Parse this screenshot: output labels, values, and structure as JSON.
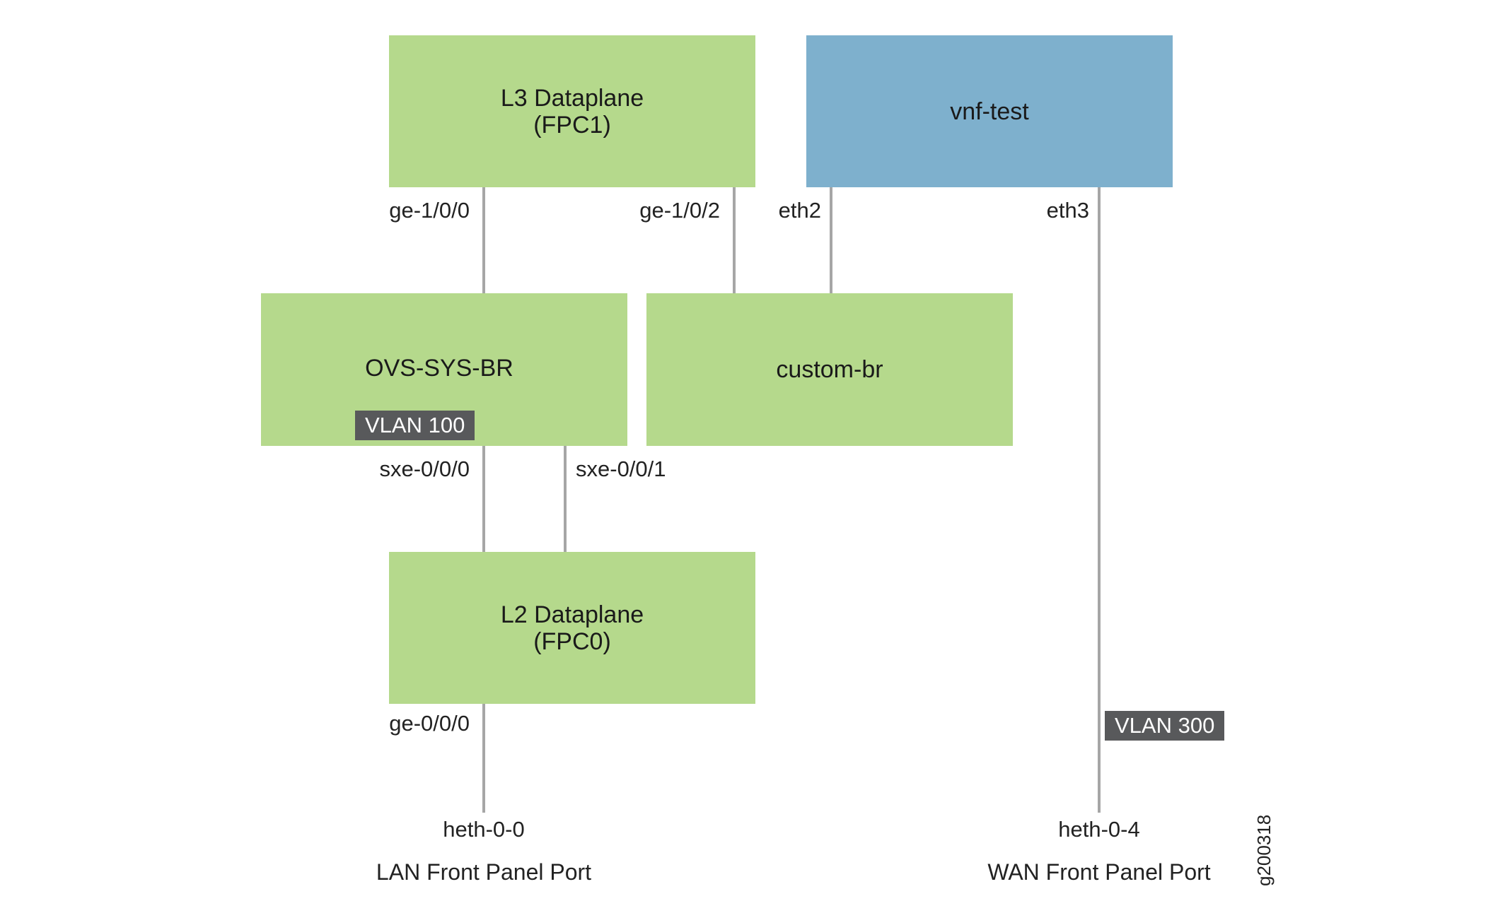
{
  "diagram": {
    "nodes": {
      "l3_dataplane": {
        "line1": "L3 Dataplane",
        "line2": "(FPC1)"
      },
      "vnf_test": {
        "label": "vnf-test"
      },
      "ovs_sys_br": {
        "label": "OVS-SYS-BR"
      },
      "custom_br": {
        "label": "custom-br"
      },
      "l2_dataplane": {
        "line1": "L2 Dataplane",
        "line2": "(FPC0)"
      }
    },
    "tags": {
      "vlan_100": "VLAN 100",
      "vlan_300": "VLAN 300"
    },
    "interfaces": {
      "ge_1_0_0": "ge-1/0/0",
      "ge_1_0_2": "ge-1/0/2",
      "eth2": "eth2",
      "eth3": "eth3",
      "sxe_0_0_0": "sxe-0/0/0",
      "sxe_0_0_1": "sxe-0/0/1",
      "ge_0_0_0": "ge-0/0/0",
      "heth_0_0": "heth-0-0",
      "heth_0_4": "heth-0-4"
    },
    "ports": {
      "lan": "LAN Front Panel Port",
      "wan": "WAN Front Panel Port"
    },
    "figure_id": "g200318",
    "colors": {
      "node_green": "#b5d98c",
      "node_blue": "#7eb0cd",
      "tag_gray": "#58595b",
      "link_gray": "#a6a6a6"
    }
  }
}
